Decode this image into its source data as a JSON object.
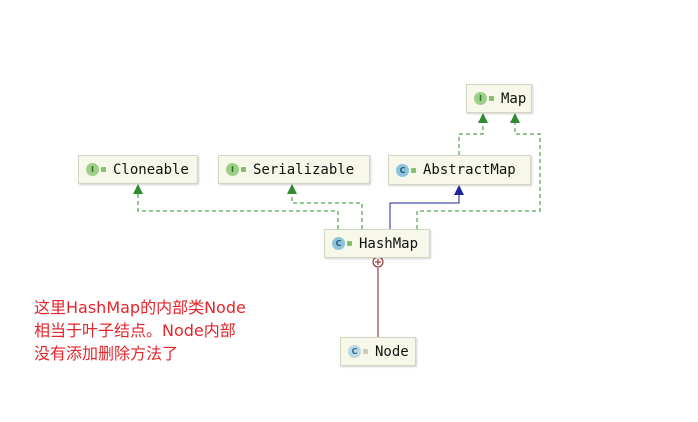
{
  "nodes": {
    "map": {
      "name": "Map",
      "kind": "interface"
    },
    "cloneable": {
      "name": "Cloneable",
      "kind": "interface"
    },
    "serializable": {
      "name": "Serializable",
      "kind": "interface"
    },
    "abstractmap": {
      "name": "AbstractMap",
      "kind": "class"
    },
    "hashmap": {
      "name": "HashMap",
      "kind": "class"
    },
    "node": {
      "name": "Node",
      "kind": "inner-class"
    }
  },
  "edges": [
    {
      "from": "hashmap",
      "to": "cloneable",
      "type": "implements"
    },
    {
      "from": "hashmap",
      "to": "serializable",
      "type": "implements"
    },
    {
      "from": "hashmap",
      "to": "abstractmap",
      "type": "extends"
    },
    {
      "from": "hashmap",
      "to": "map",
      "type": "implements"
    },
    {
      "from": "abstractmap",
      "to": "map",
      "type": "implements"
    },
    {
      "from": "node",
      "to": "hashmap",
      "type": "inner"
    }
  ],
  "icons": {
    "interface": "interface-icon",
    "class": "class-icon",
    "inner-class": "inner-class-icon"
  },
  "colors": {
    "implements": "#2e8b2e",
    "extends": "#1a2699",
    "inner": "#8b1a1a",
    "annotation": "#e4252b"
  },
  "annotation": {
    "lines": [
      "这里HashMap的内部类Node",
      "相当于叶子结点。Node内部",
      "没有添加删除方法了"
    ]
  }
}
